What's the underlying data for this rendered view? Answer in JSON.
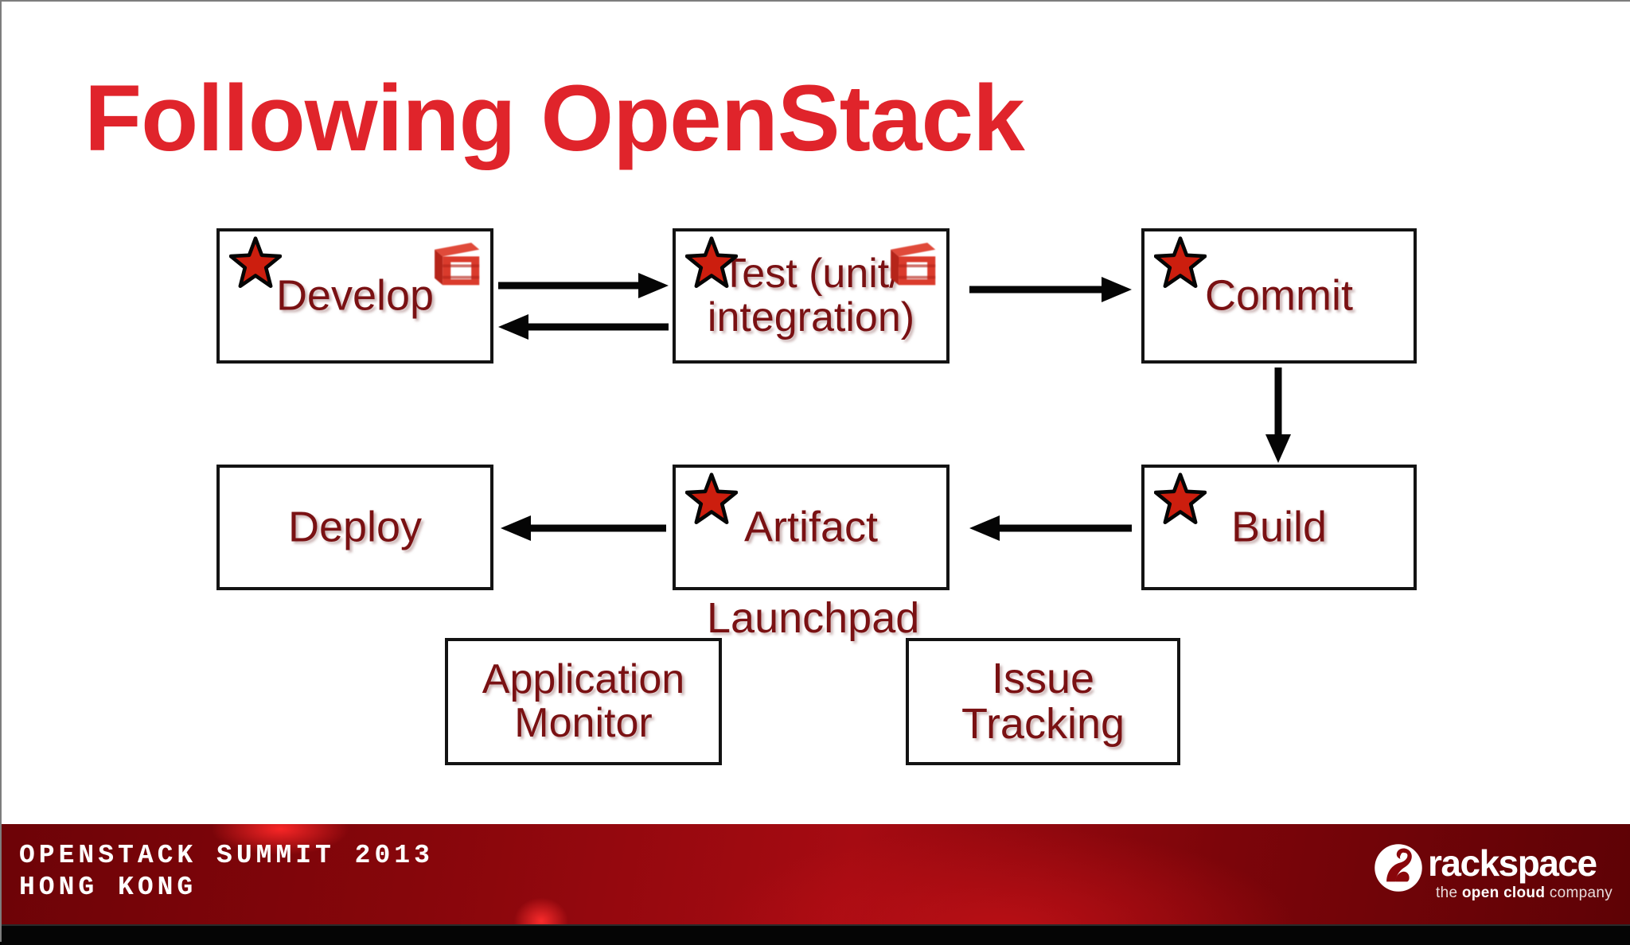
{
  "slide": {
    "title": "Following OpenStack",
    "title_color": "#E0242B",
    "box_text_color": "#7A1113",
    "box_border_color": "#131313",
    "star_color": "#CC1E0E",
    "background": "#FFFFFF"
  },
  "diagram": {
    "type": "flowchart",
    "nodes": [
      {
        "id": "develop",
        "label": "Develop",
        "has_star": true,
        "has_openstack_logo": true,
        "row": 1,
        "col": 1
      },
      {
        "id": "test",
        "label": "Test (unit/",
        "label2": "integration)",
        "has_star": true,
        "has_openstack_logo": true,
        "row": 1,
        "col": 2
      },
      {
        "id": "commit",
        "label": "Commit",
        "has_star": true,
        "has_openstack_logo": false,
        "row": 1,
        "col": 3
      },
      {
        "id": "deploy",
        "label": "Deploy",
        "has_star": false,
        "has_openstack_logo": false,
        "row": 2,
        "col": 1
      },
      {
        "id": "artifact",
        "label": "Artifact",
        "has_star": true,
        "has_openstack_logo": false,
        "row": 2,
        "col": 2
      },
      {
        "id": "build",
        "label": "Build",
        "has_star": true,
        "has_openstack_logo": false,
        "row": 2,
        "col": 3
      },
      {
        "id": "appmon",
        "label": "Application",
        "label2": "Monitor",
        "has_star": false,
        "has_openstack_logo": false,
        "row": 3,
        "col": 1
      },
      {
        "id": "issues",
        "label": "Issue Tracking",
        "has_star": false,
        "has_openstack_logo": false,
        "row": 3,
        "col": 2
      }
    ],
    "free_labels": [
      {
        "id": "launchpad",
        "text": "Launchpad"
      }
    ],
    "edges": [
      {
        "from": "develop",
        "to": "test",
        "direction": "right"
      },
      {
        "from": "test",
        "to": "develop",
        "direction": "left"
      },
      {
        "from": "test",
        "to": "commit",
        "direction": "right"
      },
      {
        "from": "commit",
        "to": "build",
        "direction": "down"
      },
      {
        "from": "build",
        "to": "artifact",
        "direction": "left"
      },
      {
        "from": "artifact",
        "to": "deploy",
        "direction": "left"
      }
    ]
  },
  "footer": {
    "line1": "OPENSTACK SUMMIT 2013",
    "line2": "HONG KONG",
    "background_color": "#8A060B",
    "brand": {
      "name": "rackspace",
      "tagline_pre": "the ",
      "tagline_bold": "open cloud",
      "tagline_post": " company"
    }
  }
}
